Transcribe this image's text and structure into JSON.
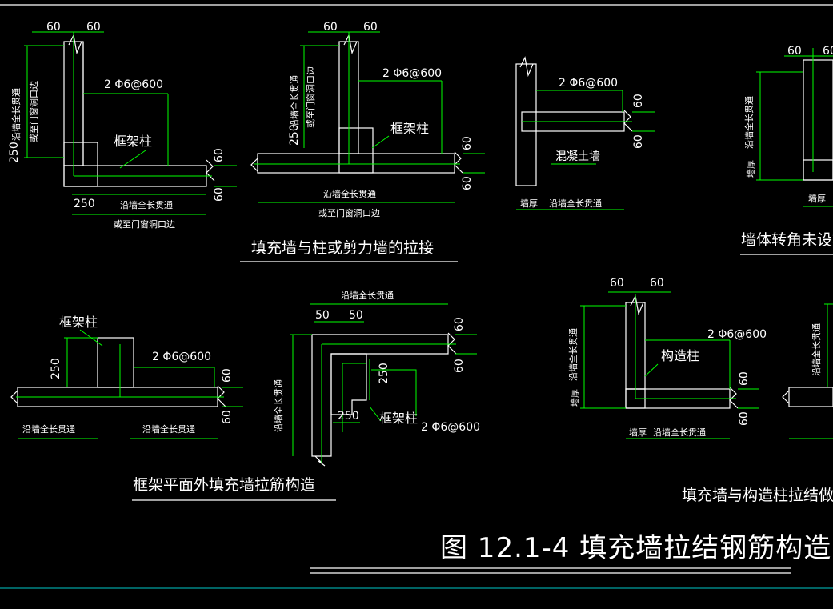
{
  "colors": {
    "background": "#000000",
    "linework": "#ffffff",
    "dimension_lines": "#00ff00",
    "border": "#00c8c8"
  },
  "dims": {
    "d60": "60",
    "d250": "250",
    "d50": "50",
    "rebar": "2 Φ6@600"
  },
  "labels": {
    "kuangjiazhu": "框架柱",
    "goujianzhu": "构造柱",
    "hunningtu_qiang": "混凝土墙",
    "qianghou": "墙厚",
    "yanqiang_quanchang": "沿墙全长贯通",
    "huozhi_menchuang": "或至门窗洞口边"
  },
  "captions": {
    "c1": "填充墙与柱或剪力墙的拉接",
    "c2": "墙体转角未设构造",
    "c3": "框架平面外填充墙拉筋构造",
    "c4": "填充墙与构造柱拉结做法"
  },
  "figure_title": "图 12.1-4  填充墙拉结钢筋构造"
}
